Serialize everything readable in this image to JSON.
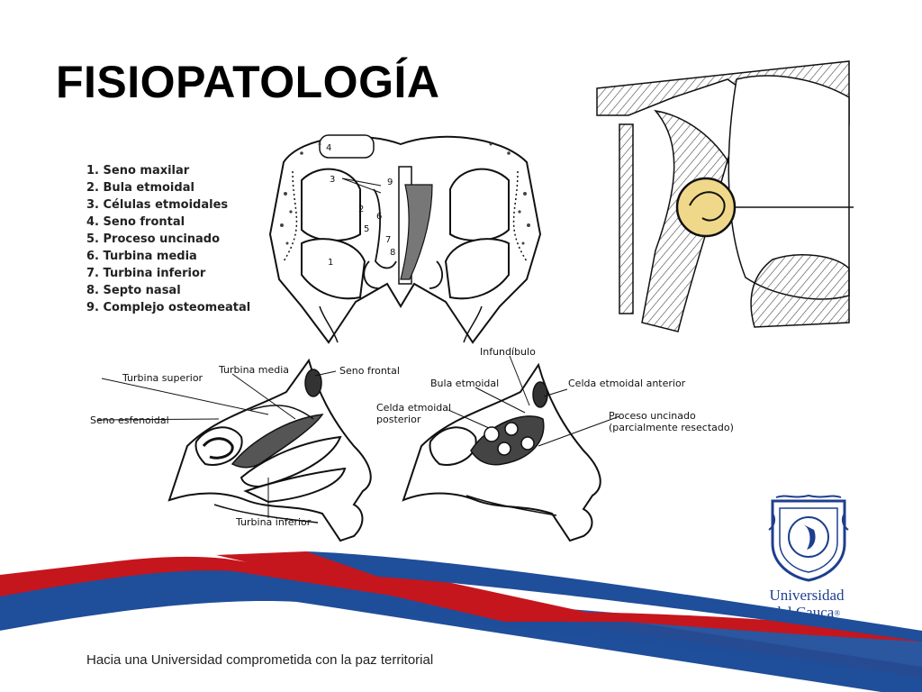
{
  "slide": {
    "title": "FISIOPATOLOGÍA",
    "footer_text": "Hacia una Universidad comprometida con la paz territorial",
    "colors": {
      "blue": "#1f4e9a",
      "red": "#c5161e",
      "brand_text": "#1e3f8f"
    }
  },
  "legend": {
    "items": [
      "1. Seno maxilar",
      "2. Bula etmoidal",
      "3. Células etmoidales",
      "4. Seno frontal",
      "5. Proceso uncinado",
      "6. Turbina media",
      "7. Turbina inferior",
      "8. Septo nasal",
      "9. Complejo osteomeatal"
    ]
  },
  "coronal_diagram": {
    "numbers": [
      "4",
      "3",
      "2",
      "5",
      "6",
      "7",
      "8",
      "9",
      "1"
    ]
  },
  "sagittal_left": {
    "labels": {
      "turbina_superior": "Turbina superior",
      "turbina_media": "Turbina media",
      "seno_frontal": "Seno frontal",
      "seno_esfenoidal": "Seno esfenoidal",
      "turbina_inferior": "Turbina inferior"
    }
  },
  "sagittal_right": {
    "labels": {
      "infundibulo": "Infundíbulo",
      "bula_etmoidal": "Bula etmoidal",
      "celda_anterior": "Celda etmoidal anterior",
      "celda_posterior_1": "Celda etmoidal",
      "celda_posterior_2": "posterior",
      "proceso_1": "Proceso uncinado",
      "proceso_2": "(parcialmente resectado)"
    }
  },
  "logo": {
    "name_line1": "Universidad",
    "name_line2": "del Cauca",
    "registered": "®"
  }
}
